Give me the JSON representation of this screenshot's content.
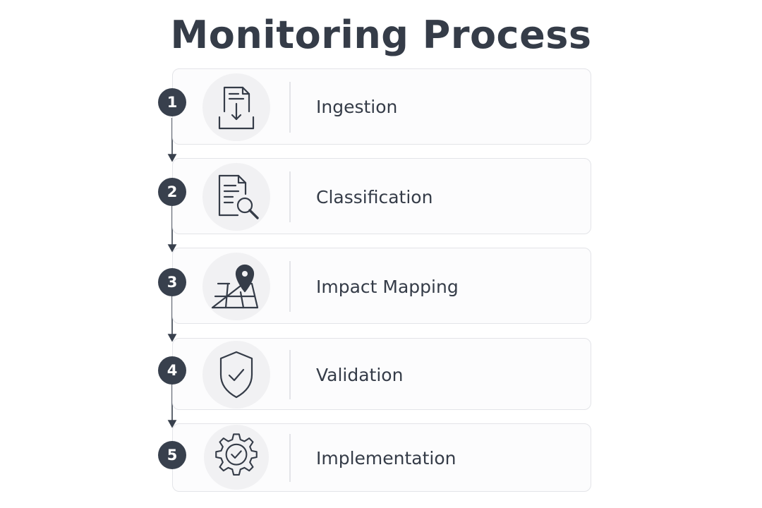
{
  "title": "Monitoring Process",
  "steps": [
    {
      "number": "1",
      "label": "Ingestion",
      "icon": "document-download-icon"
    },
    {
      "number": "2",
      "label": "Classification",
      "icon": "document-search-icon"
    },
    {
      "number": "3",
      "label": "Impact Mapping",
      "icon": "map-pin-icon"
    },
    {
      "number": "4",
      "label": "Validation",
      "icon": "shield-check-icon"
    },
    {
      "number": "5",
      "label": "Implementation",
      "icon": "gear-check-icon"
    }
  ],
  "colors": {
    "text": "#353c48",
    "badge": "#38404d",
    "card_border": "#e3e4e8",
    "icon_bg": "#f1f1f3"
  }
}
